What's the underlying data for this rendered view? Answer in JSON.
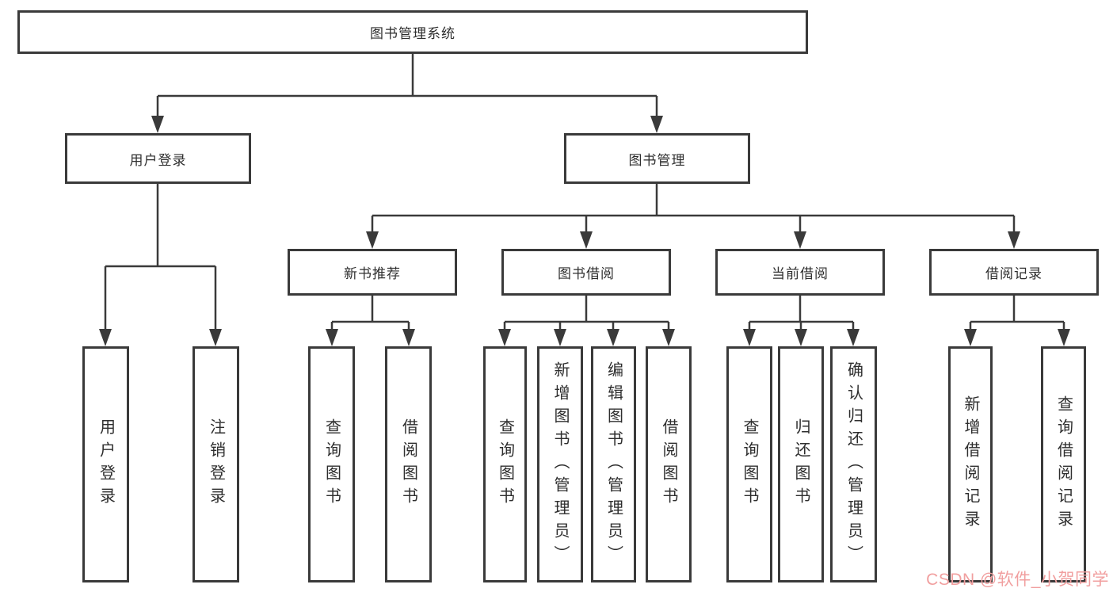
{
  "diagram": {
    "root": {
      "label": "图书管理系统"
    },
    "children": [
      {
        "label": "用户登录",
        "children": [
          {
            "label": "用户登录"
          },
          {
            "label": "注销登录"
          }
        ]
      },
      {
        "label": "图书管理",
        "children": [
          {
            "label": "新书推荐",
            "children": [
              {
                "label": "查询图书"
              },
              {
                "label": "借阅图书"
              }
            ]
          },
          {
            "label": "图书借阅",
            "children": [
              {
                "label": "查询图书"
              },
              {
                "label": "新增图书（管理员）"
              },
              {
                "label": "编辑图书（管理员）"
              },
              {
                "label": "借阅图书"
              }
            ]
          },
          {
            "label": "当前借阅",
            "children": [
              {
                "label": "查询图书"
              },
              {
                "label": "归还图书"
              },
              {
                "label": "确认归还（管理员）"
              }
            ]
          },
          {
            "label": "借阅记录",
            "children": [
              {
                "label": "新增借阅记录"
              },
              {
                "label": "查询借阅记录"
              }
            ]
          }
        ]
      }
    ]
  },
  "watermark": {
    "text": "CSDN @软件_小贺同学",
    "color": "#f19f9f"
  },
  "colors": {
    "line": "#3a3a3a",
    "text": "#2e2e2e",
    "background": "#ffffff"
  }
}
